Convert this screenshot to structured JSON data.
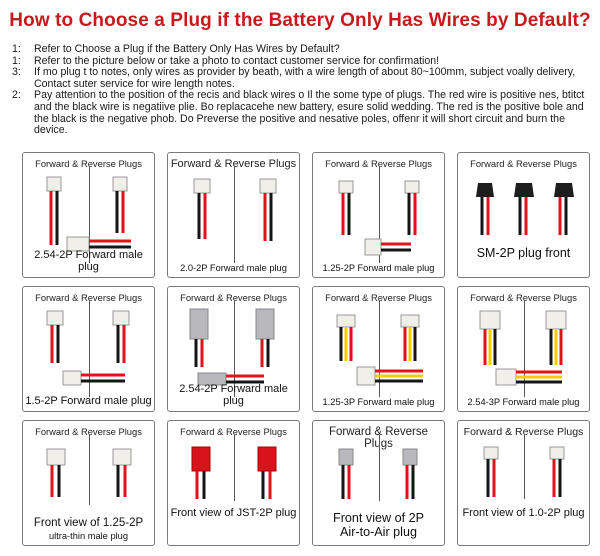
{
  "title": "How to Choose a Plug if the Battery Only Has Wires by Default?",
  "notes": [
    {
      "num": "1:",
      "text": "Refer to Choose a Plug if the Battery Only Has Wires by Default?"
    },
    {
      "num": "1:",
      "text": "Refer to the picture below or take a photo to contact customer service for confirmation!"
    },
    {
      "num": "3:",
      "text": "If mo plug t to notes, only wires as provider by beath, with a wire length of about 80~100mm, subject voally delivery, Contact suter service for wire length notes."
    },
    {
      "num": "2:",
      "text": "Pay attention to the position of the recis and black wires o Il the some type of plugs. The red wire is positive nes, btitct and the black wire is negatiive plie. Bo replacacehe new battery, esure solid wedding. The red is the positive bole and the black is the negative phob. Do Preverse the positive and nesative poles, offenr it will short circuit and burn the device."
    }
  ],
  "cells": [
    {
      "header": "Forward & Reverse Plugs",
      "caption": "2.54-2P Forward male plug"
    },
    {
      "header": "Forward & Reverse Plugs",
      "caption": "2.0-2P Forward male plug"
    },
    {
      "header": "Forward & Reverse Plugs",
      "caption": "1.25-2P Forward male plug"
    },
    {
      "header": "Forward & Reverse Plugs",
      "caption": "SM-2P plug front"
    },
    {
      "header": "Forward & Reverse Plugs",
      "caption": "1.5-2P Forward male plug"
    },
    {
      "header": "Forward & Reverse Plugs",
      "caption": "2.54-2P Forward male plug"
    },
    {
      "header": "Forward & Reverse Plugs",
      "caption": "1.25-3P Forward male plug"
    },
    {
      "header": "Forward & Reverse Plugs",
      "caption": "2.54-3P Forward male plug"
    },
    {
      "header": "Forward & Reverse Plugs",
      "caption": "Front view of 1.25-2P",
      "subcaption": "ultra-thin male plug"
    },
    {
      "header": "Forward & Reverse Plugs",
      "caption": "Front view of JST-2P plug"
    },
    {
      "header": "Forward & Reverse Plugs",
      "caption": "Front view of 2P",
      "subcaption": "Air-to-Air plug"
    },
    {
      "header": "Forward & Reverse Plugs",
      "caption": "Front view of 1.0-2P plug"
    }
  ],
  "colors": {
    "title": "#c8191f",
    "wire_red": "#e3121a",
    "wire_black": "#151515",
    "wire_yellow": "#f2cc00",
    "connector_white": "#f1efe9",
    "connector_gray": "#b9b9bd",
    "connector_red": "#d9131b",
    "connector_black": "#1d1d1d"
  }
}
